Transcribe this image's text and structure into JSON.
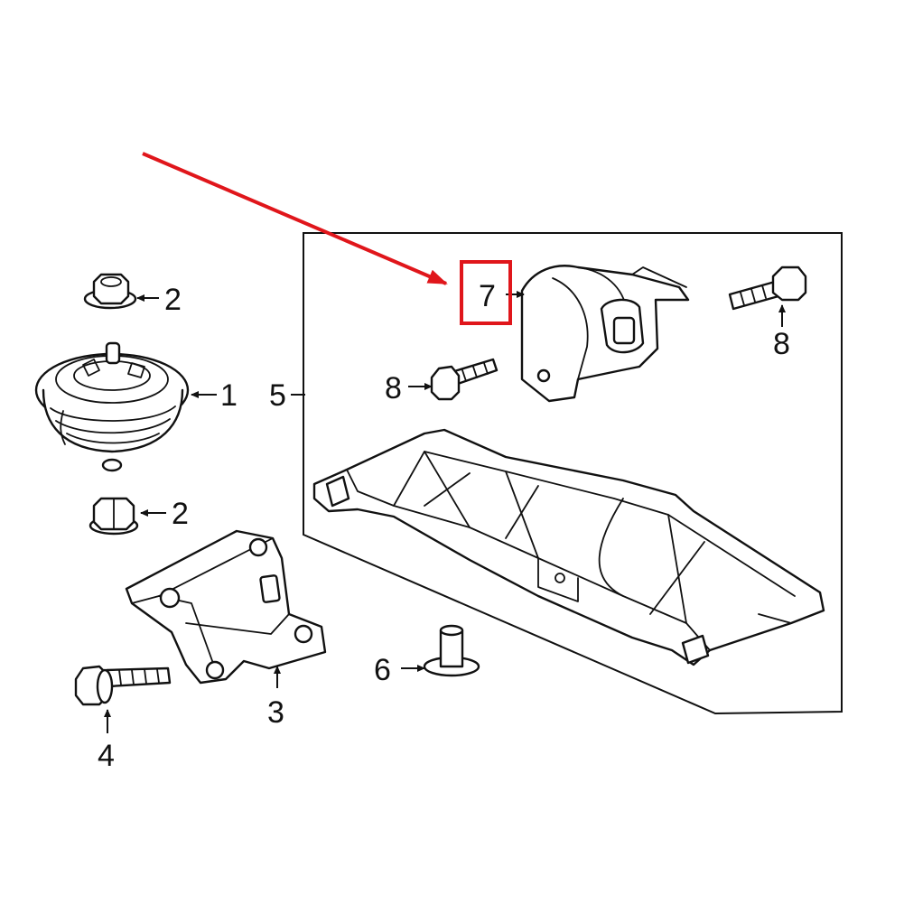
{
  "diagram": {
    "highlight_color": "#e0161b",
    "callouts": {
      "c1": "1",
      "c2a": "2",
      "c2b": "2",
      "c3": "3",
      "c4": "4",
      "c5": "5",
      "c6": "6",
      "c7": "7",
      "c8a": "8",
      "c8b": "8"
    },
    "parts": {
      "p1": "engine-mount-icon",
      "p2": "flange-nut-icon",
      "p3": "mount-bracket-icon",
      "p4": "bolt-icon",
      "p5": "crossmember-icon",
      "p6": "stud-icon",
      "p7": "transmission-mount-icon",
      "p8": "bolt-icon"
    }
  }
}
